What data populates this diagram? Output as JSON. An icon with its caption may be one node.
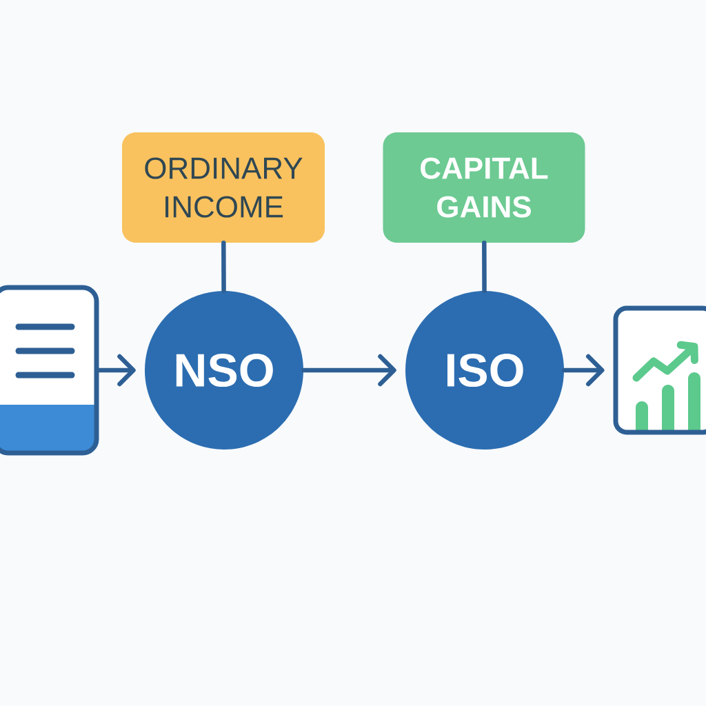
{
  "diagram": {
    "nodes": [
      {
        "text": [],
        "shape": "picture"
      },
      {
        "text": [
          "ORDINARY INCOME"
        ]
      },
      {
        "text": [
          "NSO"
        ]
      },
      {
        "text": [
          "CAPITAL GAINS"
        ]
      },
      {
        "text": [
          "ISO"
        ]
      },
      {
        "text": [],
        "shape": "picture"
      }
    ],
    "edges": [
      {
        "from": 0,
        "to": 2,
        "arrow": "to"
      },
      {
        "from": 1,
        "to": 2,
        "arrow": "none"
      },
      {
        "from": 2,
        "to": 4,
        "arrow": "to"
      },
      {
        "from": 3,
        "to": 4,
        "arrow": "none"
      },
      {
        "from": 4,
        "to": 5,
        "arrow": "to"
      }
    ]
  }
}
